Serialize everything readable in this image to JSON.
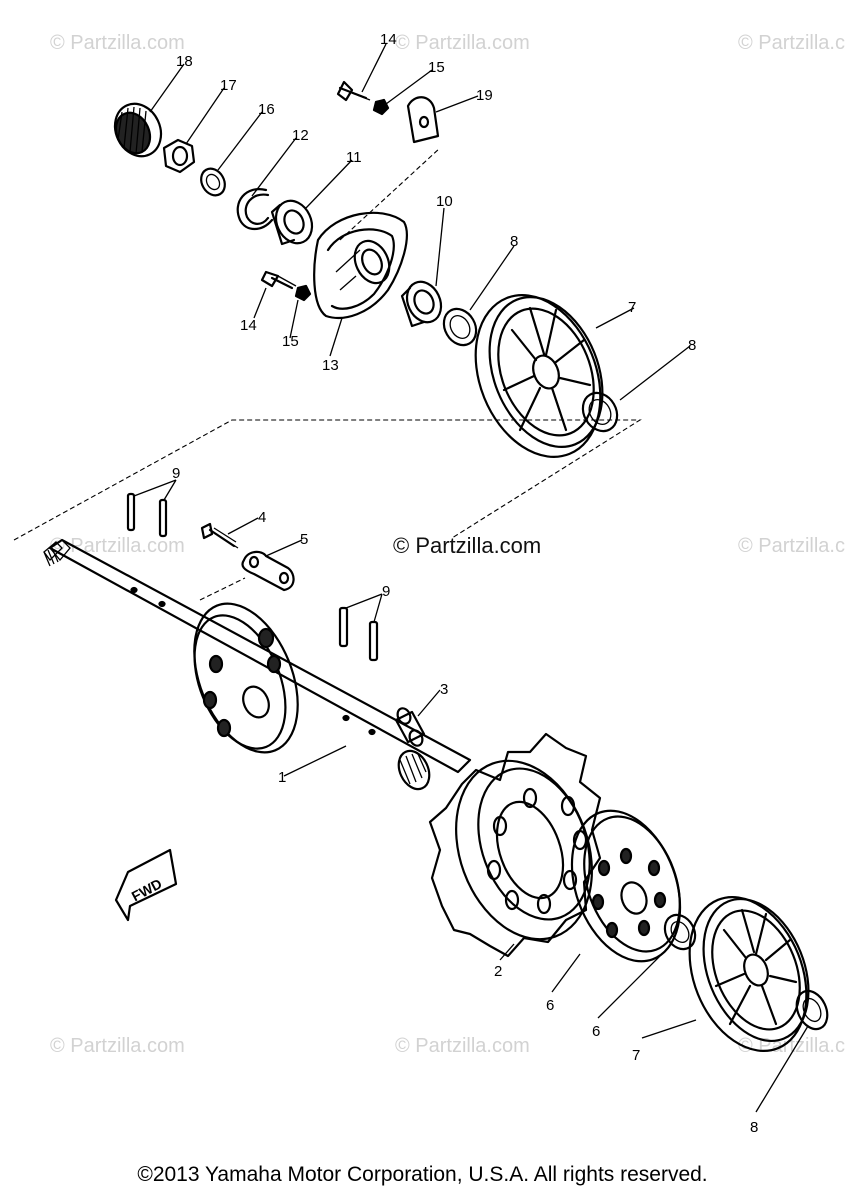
{
  "watermark_text": "© Partzilla.com",
  "center_mark": "© Partzilla.com",
  "copyright": "©2013 Yamaha Motor Corporation, U.S.A. All rights reserved.",
  "direction_marker": "FWD",
  "callouts": {
    "c1": "1",
    "c2": "2",
    "c3": "3",
    "c4": "4",
    "c5": "5",
    "c6a": "6",
    "c6b": "6",
    "c7a": "7",
    "c7b": "7",
    "c8a": "8",
    "c8b": "8",
    "c8c": "8",
    "c9a": "9",
    "c9b": "9",
    "c10": "10",
    "c11": "11",
    "c12": "12",
    "c13": "13",
    "c14a": "14",
    "c14b": "14",
    "c15a": "15",
    "c15b": "15",
    "c16": "16",
    "c17": "17",
    "c18": "18",
    "c19": "19"
  }
}
